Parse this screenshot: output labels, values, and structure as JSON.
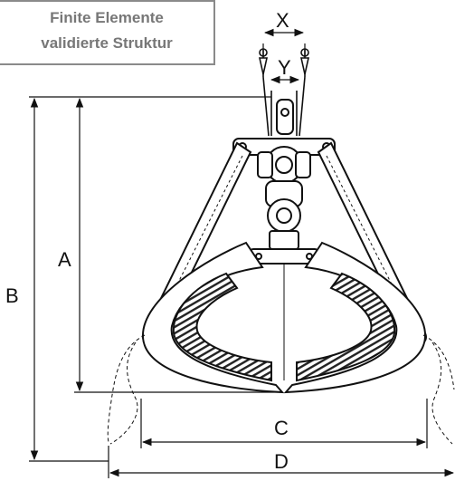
{
  "badge": {
    "line1": "Finite Elemente",
    "line2": "validierte Struktur"
  },
  "dimensions": {
    "x": "X",
    "y": "Y",
    "a": "A",
    "b": "B",
    "c": "C",
    "d": "D"
  },
  "colors": {
    "line": "#111111",
    "badge_border": "#8a8a8a",
    "badge_text": "#777777"
  }
}
